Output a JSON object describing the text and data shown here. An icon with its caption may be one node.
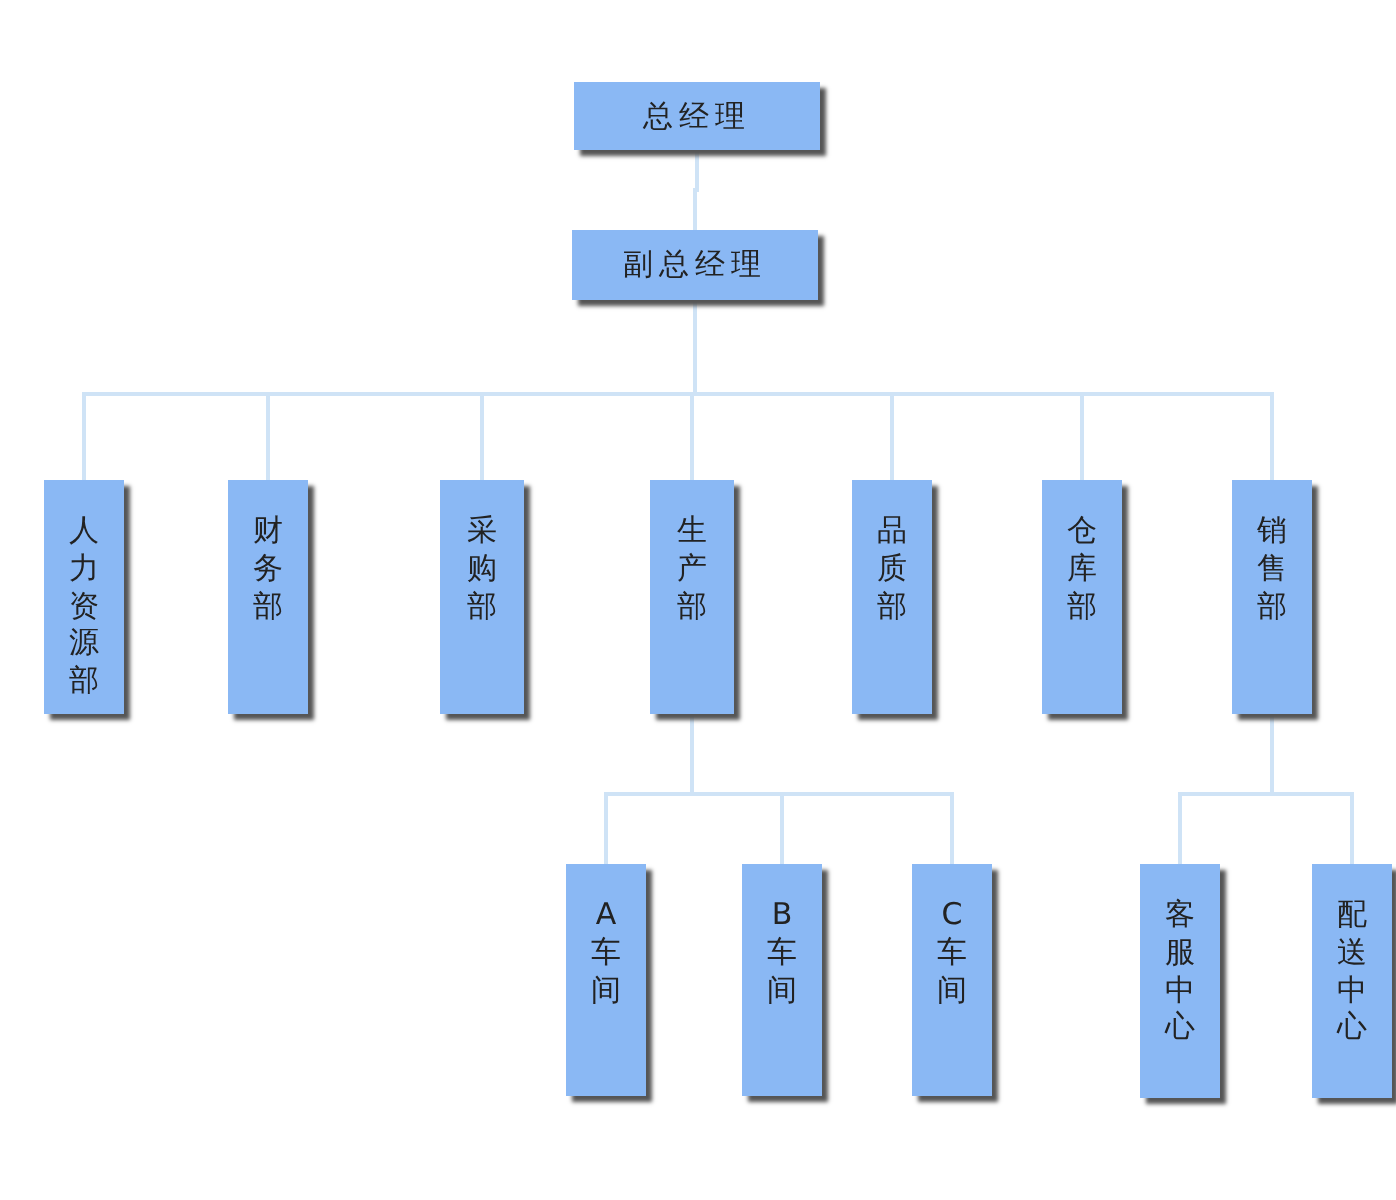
{
  "diagram": {
    "nodes": [
      {
        "text": [
          "总经理"
        ]
      },
      {
        "text": [
          "副总经理"
        ]
      },
      {
        "text": [
          "人力资源部"
        ]
      },
      {
        "text": [
          "财务部"
        ]
      },
      {
        "text": [
          "采购部"
        ]
      },
      {
        "text": [
          "生产部"
        ]
      },
      {
        "text": [
          "品质部"
        ]
      },
      {
        "text": [
          "仓库部"
        ]
      },
      {
        "text": [
          "销售部"
        ]
      },
      {
        "text": [
          "A车间"
        ]
      },
      {
        "text": [
          "B车间"
        ]
      },
      {
        "text": [
          "C车间"
        ]
      },
      {
        "text": [
          "客服中心"
        ]
      },
      {
        "text": [
          "配送中心"
        ]
      }
    ],
    "edges": [
      {
        "from": 0,
        "to": 1,
        "arrow": "none"
      },
      {
        "from": 1,
        "to": 2,
        "arrow": "none"
      },
      {
        "from": 1,
        "to": 3,
        "arrow": "none"
      },
      {
        "from": 1,
        "to": 4,
        "arrow": "none"
      },
      {
        "from": 1,
        "to": 5,
        "arrow": "none"
      },
      {
        "from": 1,
        "to": 6,
        "arrow": "none"
      },
      {
        "from": 1,
        "to": 7,
        "arrow": "none"
      },
      {
        "from": 1,
        "to": 8,
        "arrow": "none"
      },
      {
        "from": 5,
        "to": 9,
        "arrow": "none"
      },
      {
        "from": 5,
        "to": 10,
        "arrow": "none"
      },
      {
        "from": 5,
        "to": 11,
        "arrow": "none"
      },
      {
        "from": 8,
        "to": 12,
        "arrow": "none"
      },
      {
        "from": 8,
        "to": 13,
        "arrow": "none"
      }
    ]
  }
}
